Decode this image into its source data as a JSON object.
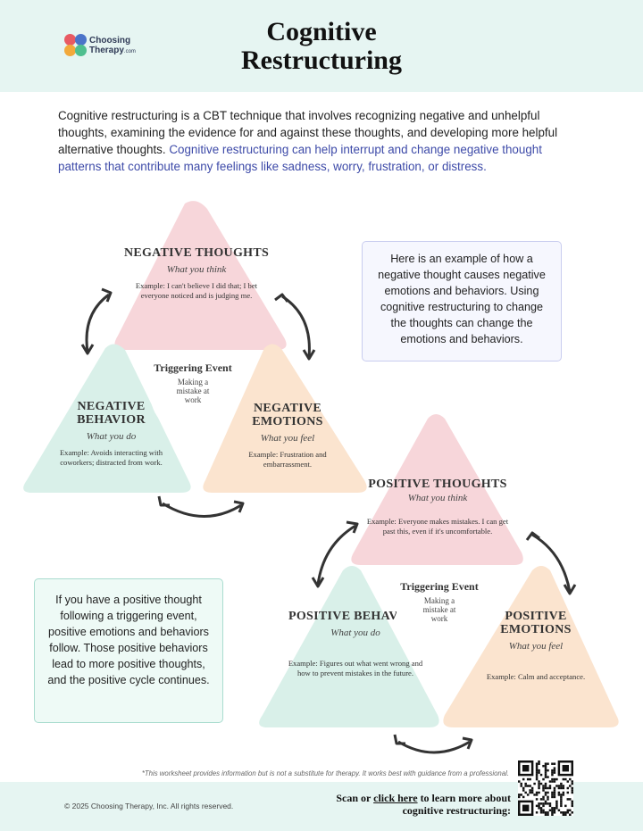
{
  "header": {
    "logo_line1": "Choosing",
    "logo_line2": "Therapy",
    "logo_suffix": ".com",
    "title": "Cognitive Restructuring"
  },
  "intro": {
    "text": "Cognitive restructuring is a CBT technique that involves recognizing negative and unhelpful thoughts, examining the evidence for and against these thoughts, and developing more helpful alternative thoughts. ",
    "highlight": "Cognitive restructuring can help interrupt and change negative thought patterns that contribute many feelings like sadness, worry, frustration, or distress."
  },
  "negative_cycle": {
    "thoughts": {
      "heading": "NEGATIVE THOUGHTS",
      "sub": "What you think",
      "example": "Example: I can't believe I did that; I bet everyone noticed and is judging me."
    },
    "behavior": {
      "heading": "NEGATIVE BEHAVIOR",
      "sub": "What you do",
      "example": "Example:  Avoids interacting with coworkers; distracted from work."
    },
    "emotions": {
      "heading": "NEGATIVE EMOTIONS",
      "sub": "What you feel",
      "example": "Example: Frustration and embarrassment."
    },
    "center": {
      "title": "Triggering Event",
      "sub": "Making a mistake at work"
    },
    "colors": {
      "thoughts": "#f7d6da",
      "behavior": "#d9f0e9",
      "emotions": "#fbe4cf"
    }
  },
  "positive_cycle": {
    "thoughts": {
      "heading": "POSITIVE THOUGHTS",
      "sub": "What you think",
      "example": "Example: Everyone makes mistakes. I can get past this, even if it's uncomfortable."
    },
    "behavior": {
      "heading": "POSITIVE BEHAVIOR",
      "sub": "What you do",
      "example": "Example:  Figures out what went wrong and how to prevent mistakes in the future."
    },
    "emotions": {
      "heading": "POSITIVE EMOTIONS",
      "sub": "What you feel",
      "example": "Example: Calm and acceptance."
    },
    "center": {
      "title": "Triggering Event",
      "sub": "Making a mistake at work"
    }
  },
  "note_negative": "Here is an example of how a negative thought causes negative emotions and behaviors. Using cognitive restructuring to change the thoughts can change the emotions and behaviors.",
  "note_positive": "If you have a positive thought following a triggering event, positive emotions and behaviors follow. Those positive behaviors lead to more positive thoughts, and the positive cycle continues.",
  "disclaimer": "*This worksheet provides information but is not a substitute for therapy. It works best with guidance from a professional.",
  "footer": {
    "copyright": "© 2025 Choosing Therapy, Inc. All rights reserved.",
    "scan_prefix": "Scan or ",
    "scan_link": "click here",
    "scan_suffix": " to learn more about cognitive restructuring:"
  },
  "icons": {
    "logo": "choosing-therapy-logo",
    "cycle_arrow": "double-headed-curved-arrow",
    "qr": "qr-code"
  },
  "colors": {
    "header_bg": "#e6f5f2",
    "pink": "#f7d6da",
    "mint": "#d9f0e9",
    "peach": "#fbe4cf",
    "highlight_text": "#3d4aa8",
    "note_border_negative": "#c9cdef",
    "note_border_positive": "#a9dccf"
  }
}
